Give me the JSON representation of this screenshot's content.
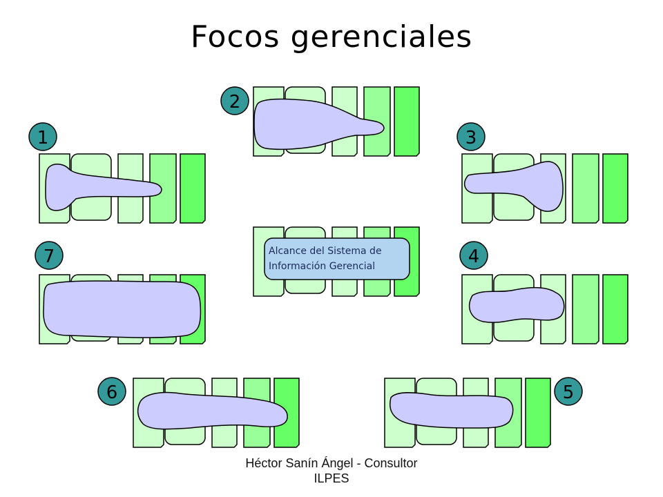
{
  "slide": {
    "title": "Focos gerenciales",
    "footer_line1": "Héctor Sanín Ángel - Consultor",
    "footer_line2": "ILPES"
  },
  "center": {
    "scope_line1": "Alcance del Sistema de",
    "scope_line2": "Información Gerencial"
  },
  "badges": [
    {
      "label": "1"
    },
    {
      "label": "2"
    },
    {
      "label": "3"
    },
    {
      "label": "4"
    },
    {
      "label": "5"
    },
    {
      "label": "6"
    },
    {
      "label": "7"
    }
  ],
  "colors": {
    "doc_light": "#ccffcc",
    "doc_mid": "#99ff99",
    "doc_strong": "#66ff66",
    "focus_blob": "#ccccff",
    "badge": "#339999",
    "scope_box": "#b3d4f0"
  }
}
